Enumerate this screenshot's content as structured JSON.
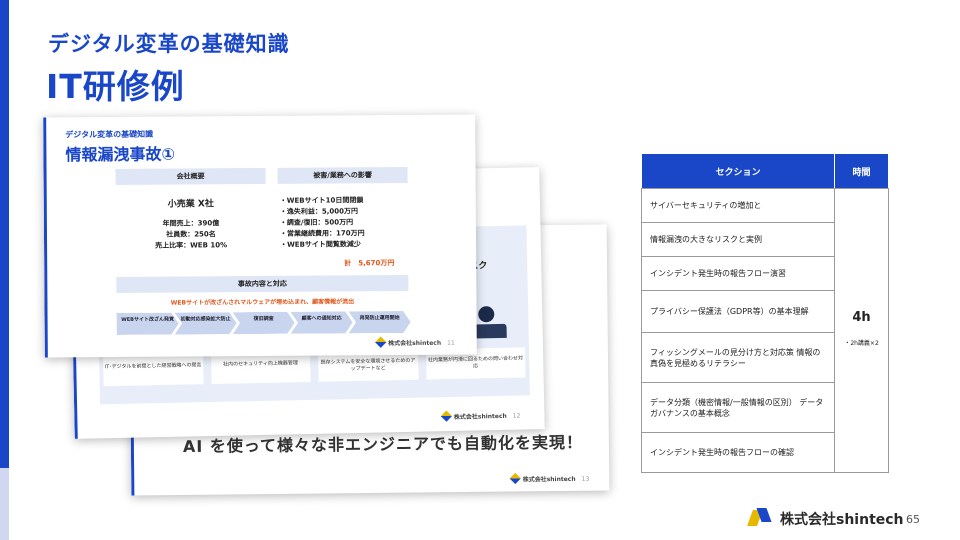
{
  "slide": {
    "subtitle": "デジタル変革の基礎知識",
    "title": "IT研修例",
    "page_number": "65",
    "brand": "株式会社shintech",
    "accent_color": "#1a47c8"
  },
  "thumbnails": {
    "slide3": {
      "banner": "AI を使って様々な非エンジニアでも自動化を実現！",
      "footer": "株式会社shintech",
      "page": "13"
    },
    "slide2": {
      "risk_label": "スク",
      "cards": [
        "IT･デジタルを前提とした経営戦略への提言",
        "社内のセキュリティ向上機器管理",
        "既存システムを安全な環境させるためのアップデートなど",
        "社内業務が円滑に回るための問い合わせ対応"
      ],
      "footer": "株式会社shintech",
      "page": "12"
    },
    "slide1": {
      "subtitle": "デジタル変革の基礎知識",
      "title": "情報漏洩事故①",
      "company_header": "会社概要",
      "impact_header": "被害/業務への影響",
      "company_name": "小売業 X社",
      "company_stats": [
        "年間売上：390億",
        "社員数：250名",
        "売上比率：WEB 10%"
      ],
      "impacts": [
        "・WEBサイト10日間閉鎖",
        "・逸失利益：5,000万円",
        "・調査/復旧：500万円",
        "・営業継続費用：170万円",
        "・WEBサイト閲覧数減少"
      ],
      "total": "計　5,670万円",
      "incident_header": "事故内容と対応",
      "incident_text": "WEBサイトが改ざんされマルウェアが埋め込まれ、顧客情報が流出",
      "steps": [
        "WEBサイト改ざん発覚",
        "初動対応感染拡大防止",
        "復旧調査",
        "顧客への通知対応",
        "再発防止運用開始"
      ],
      "footer": "株式会社shintech",
      "page": "11"
    }
  },
  "table": {
    "headers": {
      "section": "セクション",
      "time": "時間"
    },
    "rows": [
      "サイバーセキュリティの増加と",
      "情報漏洩の大きなリスクと実例",
      "インシデント発生時の報告フロー演習",
      "プライバシー保護法（GDPR等）の基本理解",
      "フィッシングメールの見分け方と対応策 情報の真偽を見極めるリテラシー",
      "データ分類（機密情報/一般情報の区別） データガバナンスの基本概念",
      "インシデント発生時の報告フローの確認"
    ],
    "time_total": "4h",
    "time_note": "・2h講義×2"
  }
}
